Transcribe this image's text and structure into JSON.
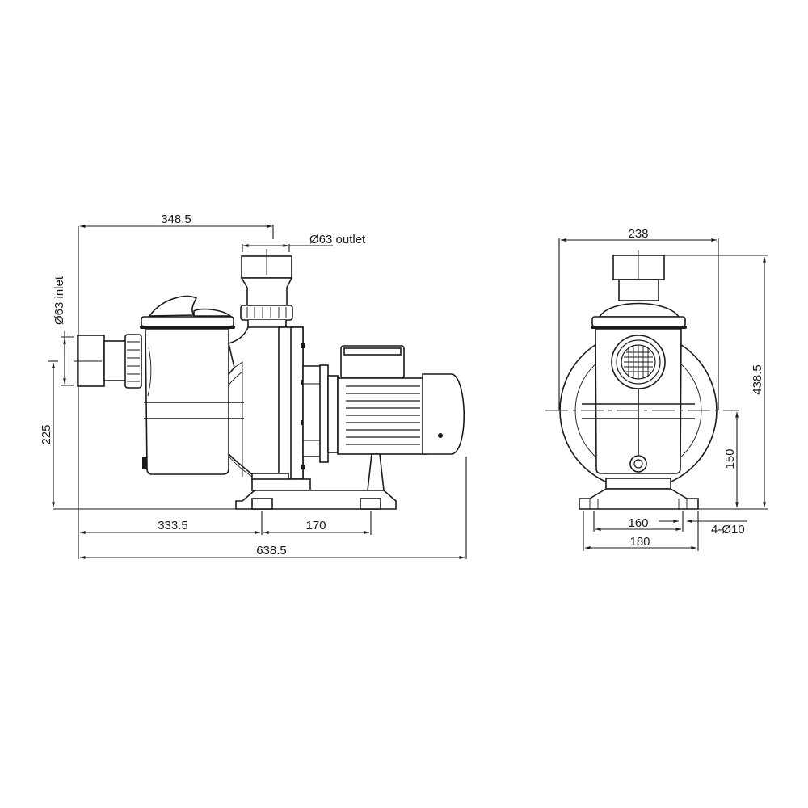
{
  "side_view": {
    "dim_outlet_offset": "348.5",
    "dim_outlet": "Ø63 outlet",
    "dim_inlet": "Ø63 inlet",
    "dim_inlet_height": "225",
    "dim_base_offset": "333.5",
    "dim_foot_spacing": "170",
    "dim_total_length": "638.5"
  },
  "front_view": {
    "dim_width": "238",
    "dim_total_height": "438.5",
    "dim_axis_height": "150",
    "dim_hole_spacing": "160",
    "dim_holes": "4-Ø10",
    "dim_base_width": "180"
  }
}
